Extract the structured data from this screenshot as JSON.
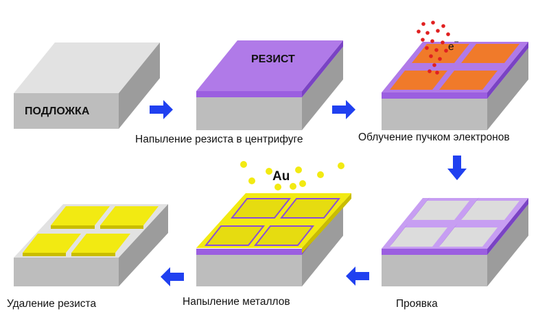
{
  "colors": {
    "substrate_top": "#e2e2e2",
    "substrate_front": "#bdbdbd",
    "substrate_side": "#9c9c9c",
    "resist_top": "#b07ae8",
    "resist_light": "#c79ef2",
    "resist_front": "#9b5ee0",
    "resist_side": "#7a43c4",
    "exposed": "#f07a2a",
    "electrons": "#e02020",
    "gold": "#f2ea12",
    "gold_dark": "#c9bd00",
    "arrow": "#2040f0"
  },
  "labels": {
    "substrate": "ПОДЛОЖКА",
    "resist": "РЕЗИСТ",
    "electron": "e",
    "electron_sup": "−",
    "gold": "Au"
  },
  "steps": [
    {
      "caption": ""
    },
    {
      "caption": "Напыление резиста в центрифуге"
    },
    {
      "caption": "Облучение пучком электронов"
    },
    {
      "caption": "Проявка"
    },
    {
      "caption": "Напыление металлов"
    },
    {
      "caption": "Удаление резиста"
    }
  ],
  "arrows": [
    {
      "direction": "right"
    },
    {
      "direction": "right"
    },
    {
      "direction": "down"
    },
    {
      "direction": "left"
    },
    {
      "direction": "left"
    }
  ]
}
